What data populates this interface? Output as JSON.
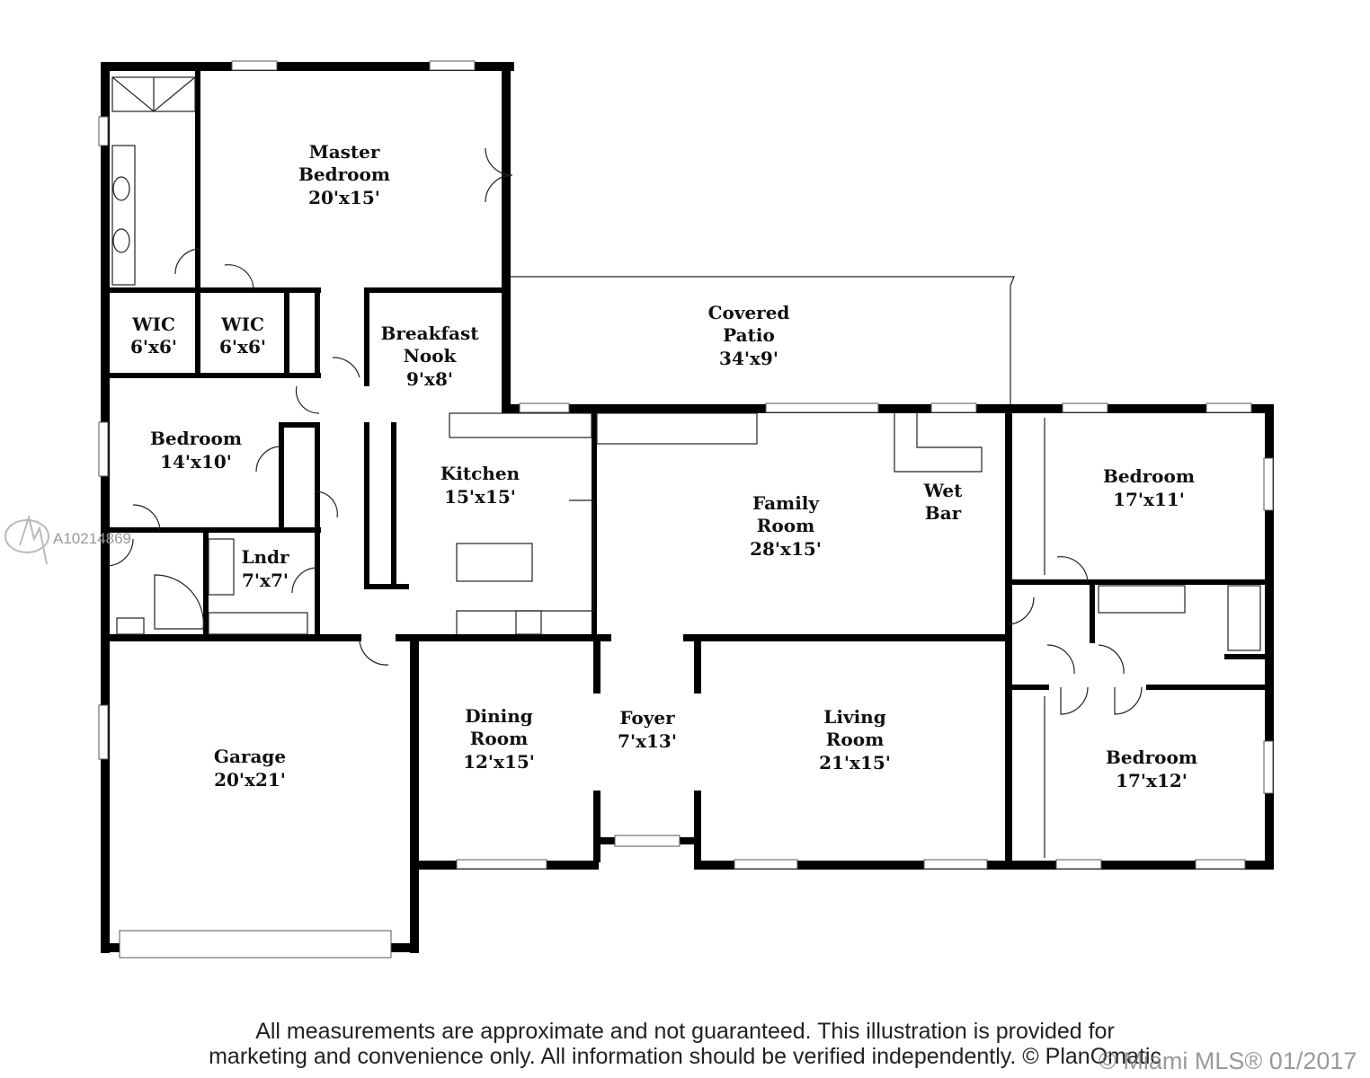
{
  "rooms": [
    {
      "name_lines": [
        "Master",
        "Bedroom"
      ],
      "size": "20'x15'"
    },
    {
      "name_lines": [
        "WIC"
      ],
      "size": "6'x6'"
    },
    {
      "name_lines": [
        "WIC"
      ],
      "size": "6'x6'"
    },
    {
      "name_lines": [
        "Breakfast",
        "Nook"
      ],
      "size": "9'x8'"
    },
    {
      "name_lines": [
        "Covered",
        "Patio"
      ],
      "size": "34'x9'"
    },
    {
      "name_lines": [
        "Bedroom"
      ],
      "size": "14'x10'"
    },
    {
      "name_lines": [
        "Kitchen"
      ],
      "size": "15'x15'"
    },
    {
      "name_lines": [
        "Family",
        "Room"
      ],
      "size": "28'x15'"
    },
    {
      "name_lines": [
        "Wet",
        "Bar"
      ],
      "size": ""
    },
    {
      "name_lines": [
        "Bedroom"
      ],
      "size": "17'x11'"
    },
    {
      "name_lines": [
        "Lndr"
      ],
      "size": "7'x7'"
    },
    {
      "name_lines": [
        "Garage"
      ],
      "size": "20'x21'"
    },
    {
      "name_lines": [
        "Dining",
        "Room"
      ],
      "size": "12'x15'"
    },
    {
      "name_lines": [
        "Foyer"
      ],
      "size": "7'x13'"
    },
    {
      "name_lines": [
        "Living",
        "Room"
      ],
      "size": "21'x15'"
    },
    {
      "name_lines": [
        "Bedroom"
      ],
      "size": "17'x12'"
    }
  ],
  "footer": {
    "line1": "All measurements are approximate and not guaranteed. This illustration is provided for",
    "line2": "marketing and convenience only. All information should be verified independently. © PlanOmatic"
  },
  "watermark": {
    "listing_id": "A10214869",
    "mls": "© Miami MLS® 01/2017"
  }
}
